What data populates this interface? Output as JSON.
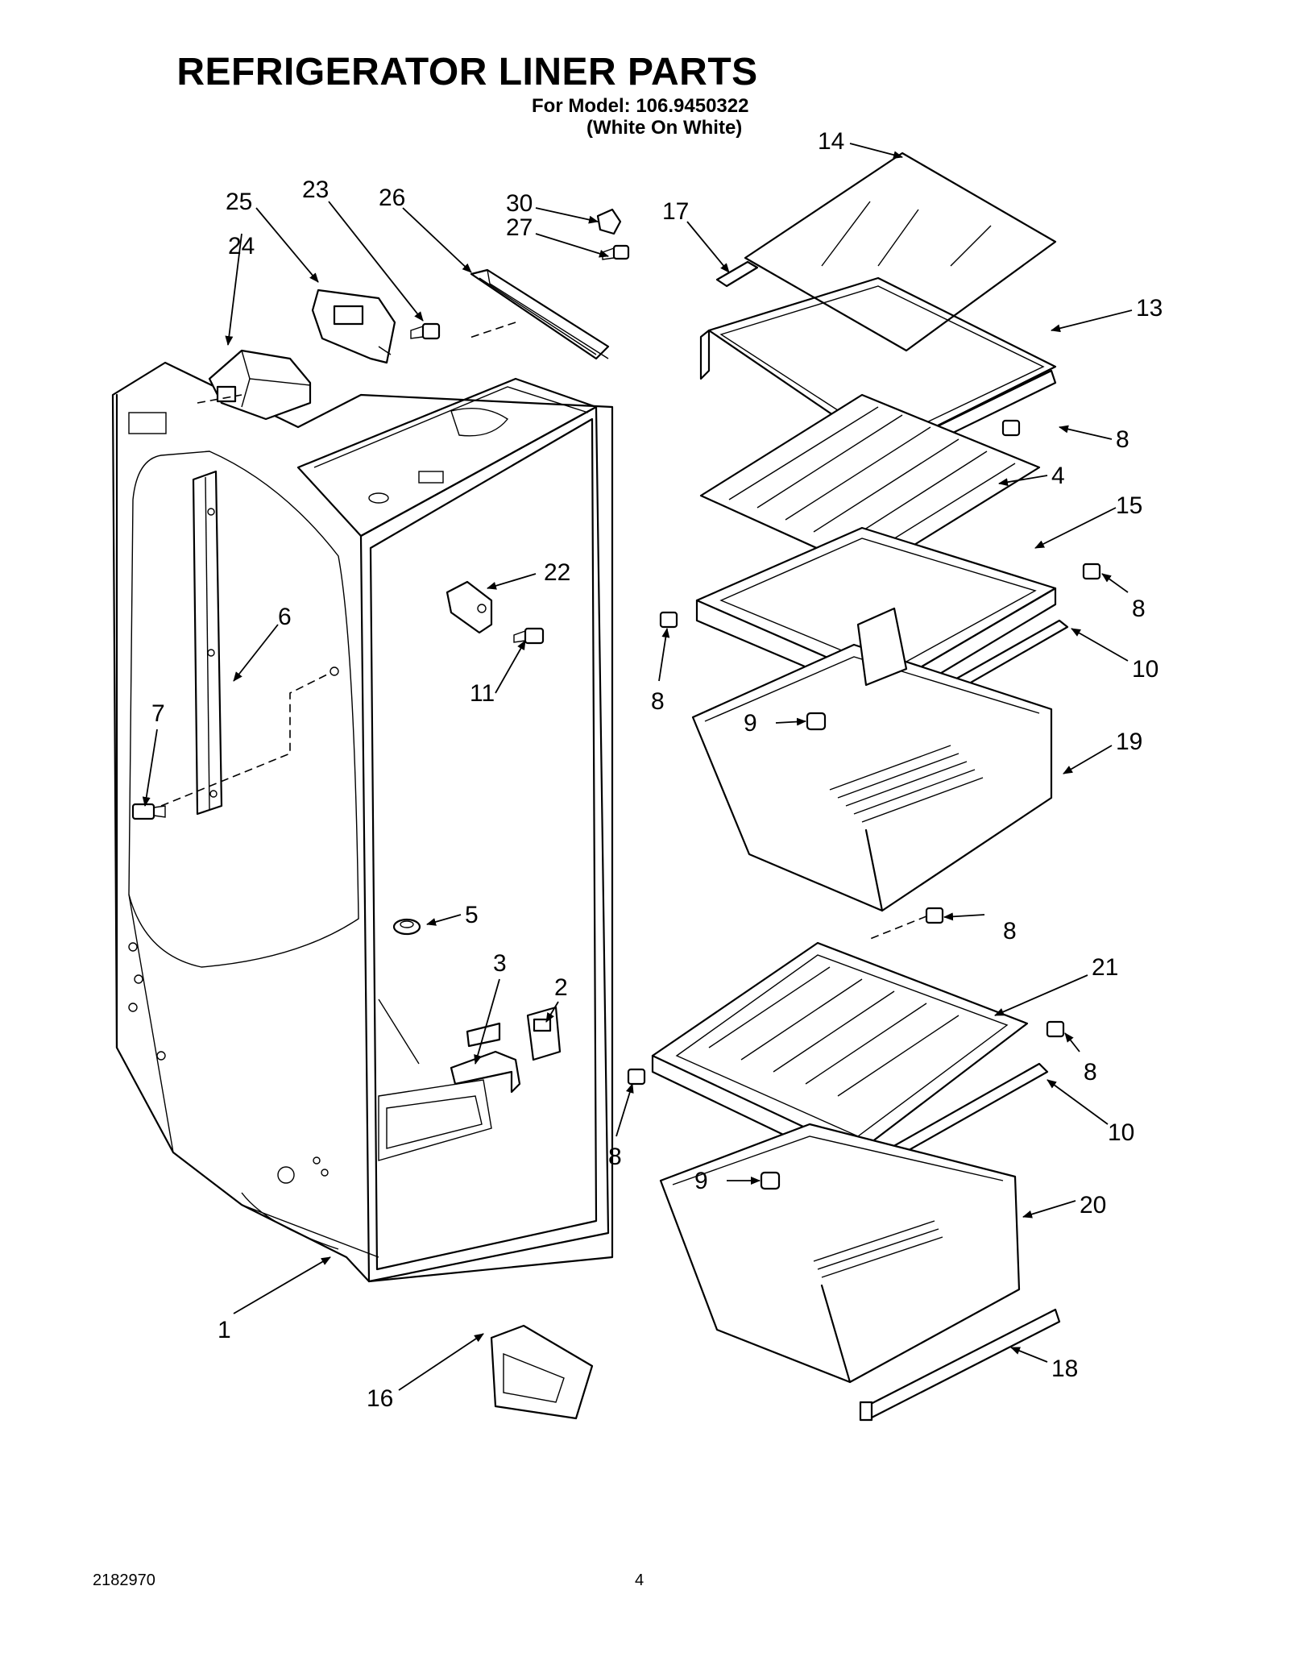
{
  "title": "REFRIGERATOR LINER PARTS",
  "model_line": "For Model: 106.9450322",
  "color_line": "(White On White)",
  "footer": {
    "doc_number": "2182970",
    "page": "4"
  },
  "callouts": {
    "c1": "1",
    "c2": "2",
    "c3": "3",
    "c4": "4",
    "c5": "5",
    "c6": "6",
    "c7": "7",
    "c8": "8",
    "c9": "9",
    "c10": "10",
    "c11": "11",
    "c13": "13",
    "c14": "14",
    "c15": "15",
    "c16": "16",
    "c17": "17",
    "c18": "18",
    "c19": "19",
    "c20": "20",
    "c21": "21",
    "c22": "22",
    "c23": "23",
    "c24": "24",
    "c25": "25",
    "c26": "26",
    "c27": "27",
    "c30": "30"
  }
}
